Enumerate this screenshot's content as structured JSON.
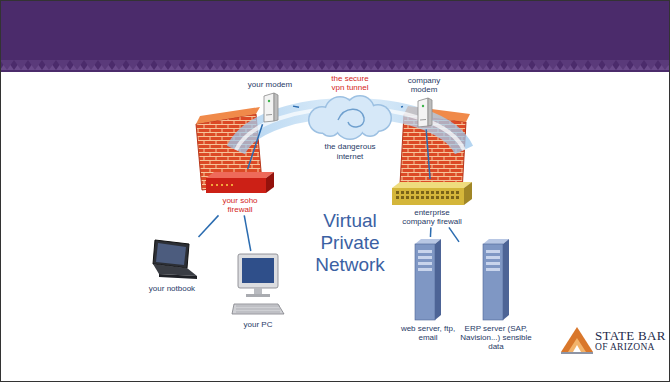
{
  "diagram": {
    "title": "Virtual Private Network",
    "nodes": [
      {
        "text": [
          "your modem"
        ]
      },
      {
        "text": [
          "the secure vpn tunnel",
          "the dangerous internet"
        ]
      },
      {
        "text": [
          "company modem"
        ]
      },
      {
        "text": [
          "your soho firewall"
        ]
      },
      {
        "text": [
          "enterprise company firewall"
        ]
      },
      {
        "text": [
          "your notbook"
        ]
      },
      {
        "text": [
          "your PC"
        ]
      },
      {
        "text": [
          "web server, ftp, email"
        ]
      },
      {
        "text": [
          "ERP server (SAP, Navision...) sensible data"
        ]
      }
    ],
    "edges": [
      {
        "from": 3,
        "to": 0,
        "arrow": "none"
      },
      {
        "from": 0,
        "to": 1,
        "arrow": "none"
      },
      {
        "from": 1,
        "to": 2,
        "arrow": "none"
      },
      {
        "from": 2,
        "to": 4,
        "arrow": "none"
      },
      {
        "from": 3,
        "to": 5,
        "arrow": "none"
      },
      {
        "from": 3,
        "to": 6,
        "arrow": "none"
      },
      {
        "from": 4,
        "to": 7,
        "arrow": "none"
      },
      {
        "from": 4,
        "to": 8,
        "arrow": "none"
      }
    ],
    "labels": [
      "STATE BAR",
      "OF ARIZONA"
    ]
  }
}
